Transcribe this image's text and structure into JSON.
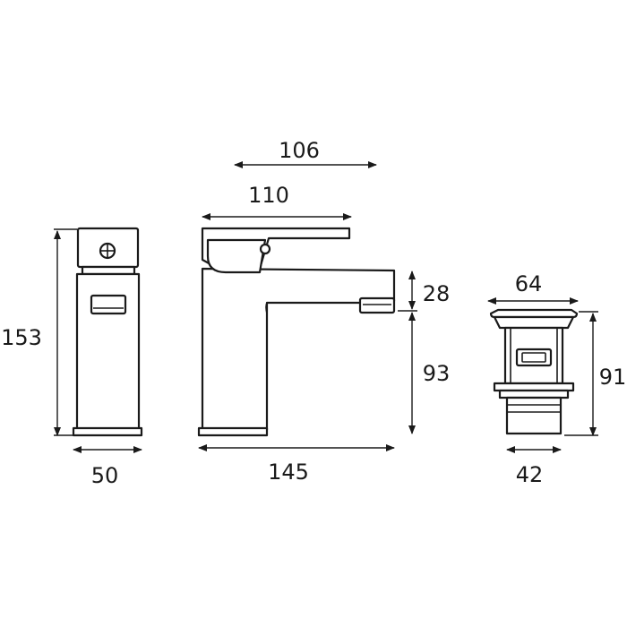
{
  "dimensions": {
    "spout_reach": "106",
    "lever_length": "110",
    "spout_height": "28",
    "outlet_height": "93",
    "base_depth": "145",
    "overall_height": "153",
    "body_width": "50",
    "waste_head_diameter": "64",
    "waste_height": "91",
    "waste_body_diameter": "42"
  },
  "colors": {
    "line": "#1a1a1a",
    "background": "#ffffff"
  }
}
